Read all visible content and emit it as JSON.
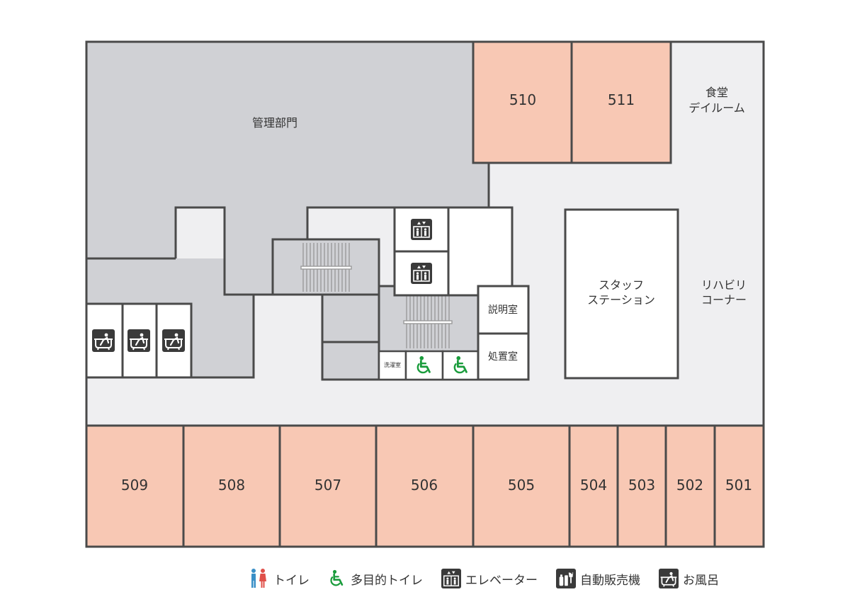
{
  "colors": {
    "wall": "#4a4a4a",
    "guest_room": "#f8c8b4",
    "admin": "#d0d1d5",
    "corridor": "#efeff1",
    "room_white": "#ffffff",
    "accessible_icon": "#1a9c3c",
    "icon_dark": "#3a3a3a",
    "toilet_male": "#3a8fc7",
    "toilet_female": "#e0504a"
  },
  "rooms": {
    "r501": "501",
    "r502": "502",
    "r503": "503",
    "r504": "504",
    "r505": "505",
    "r506": "506",
    "r507": "507",
    "r508": "508",
    "r509": "509",
    "r510": "510",
    "r511": "511"
  },
  "areas": {
    "admin": "管理部門",
    "dining_line1": "食堂",
    "dining_line2": "デイルーム",
    "rehab_line1": "リハビリ",
    "rehab_line2": "コーナー",
    "staff_line1": "スタッフ",
    "staff_line2": "ステーション",
    "explanation_room": "説明室",
    "treatment_room": "処置室",
    "laundry_room": "洗濯室"
  },
  "map_icons": {
    "elevator": "elevator-icon",
    "bath": "bath-icon",
    "accessible_toilet": "wheelchair-icon",
    "stairs": "stairs-icon"
  },
  "legend": {
    "toilet": "トイレ",
    "accessible_toilet": "多目的トイレ",
    "elevator": "エレベーター",
    "vending": "自動販売機",
    "bath": "お風呂"
  }
}
